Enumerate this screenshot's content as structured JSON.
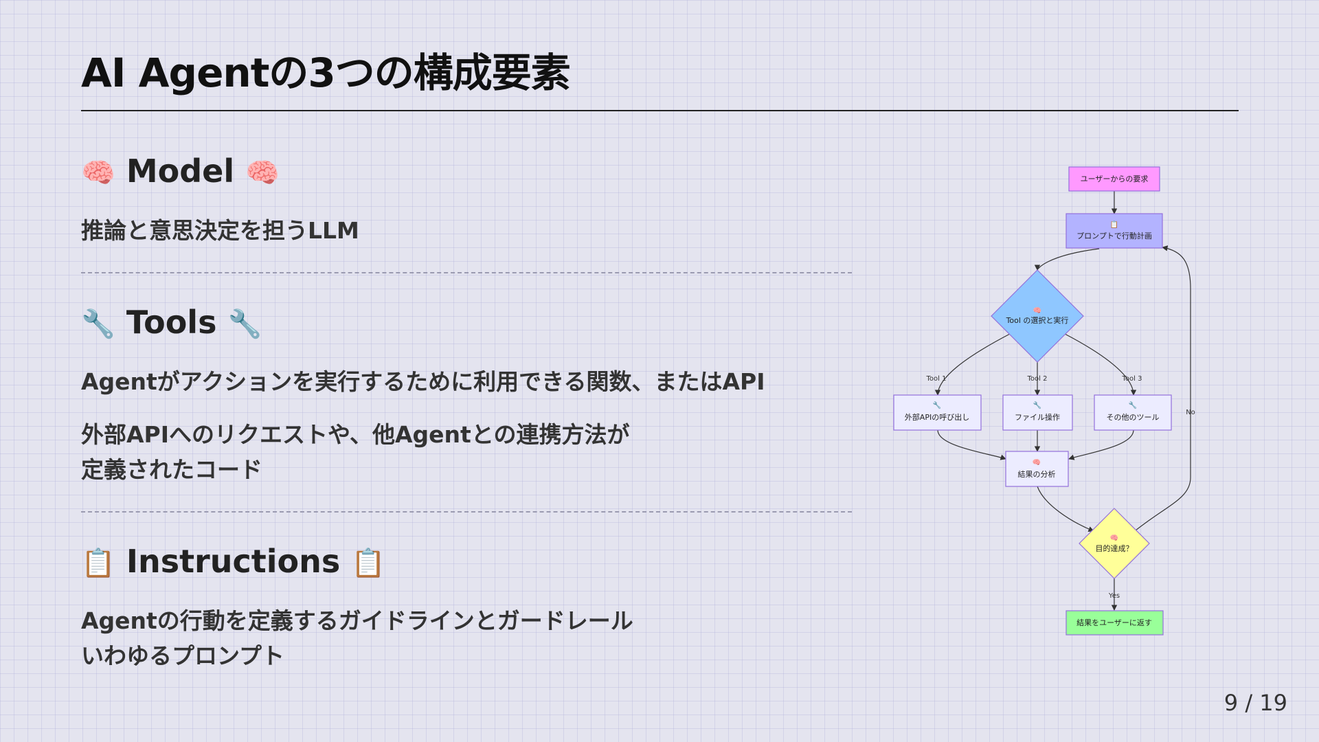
{
  "slide": {
    "title": "AI Agentの3つの構成要素",
    "page_number": "9 / 19"
  },
  "sections": {
    "model": {
      "icon": "🧠",
      "heading": "Model",
      "lines": [
        "推論と意思決定を担うLLM"
      ]
    },
    "tools": {
      "icon": "🔧",
      "heading": "Tools",
      "lines": [
        "Agentがアクションを実行するために利用できる関数、またはAPI",
        "外部APIへのリクエストや、他Agentとの連携方法が",
        "定義されたコード"
      ]
    },
    "instructions": {
      "icon": "📋",
      "heading": "Instructions",
      "lines": [
        "Agentの行動を定義するガイドラインとガードレール",
        "いわゆるプロンプト"
      ]
    }
  },
  "flowchart": {
    "nodes": {
      "request": {
        "label": "ユーザーからの要求",
        "icon": "",
        "color": "#ff99ff"
      },
      "plan": {
        "label": "プロンプトで行動計画",
        "icon": "📋",
        "color": "#b3b3ff"
      },
      "select": {
        "label": "Tool の選択と実行",
        "icon": "🧠",
        "color": "#8fc7ff"
      },
      "tool1": {
        "label": "外部APIの呼び出し",
        "icon": "🔧",
        "color": "#ececff"
      },
      "tool2": {
        "label": "ファイル操作",
        "icon": "🔧",
        "color": "#ececff"
      },
      "tool3": {
        "label": "その他のツール",
        "icon": "🔧",
        "color": "#ececff"
      },
      "analyze": {
        "label": "結果の分析",
        "icon": "🧠",
        "color": "#ececff"
      },
      "goal": {
        "label": "目的達成？",
        "icon": "🧠",
        "color": "#ffff99"
      },
      "return": {
        "label": "結果をユーザーに返す",
        "icon": "",
        "color": "#99ff99"
      }
    },
    "edge_labels": {
      "tool1": "Tool 1",
      "tool2": "Tool 2",
      "tool3": "Tool 3",
      "no": "No",
      "yes": "Yes"
    }
  }
}
